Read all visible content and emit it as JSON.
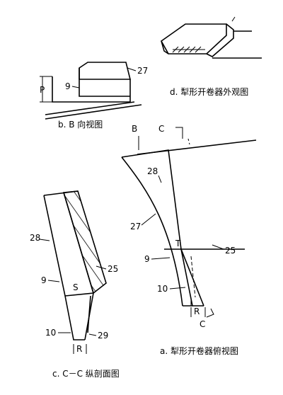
{
  "captions": {
    "a": "a. 犁形开卷器俯视图",
    "b": "b. B 向视图",
    "c": "c. C－C 纵剖面图",
    "d": "d. 犁形开卷器外观图"
  },
  "labels": {
    "B": "B",
    "C_top": "C",
    "C_bottom": "C",
    "P": "P",
    "S": "S",
    "T": "T",
    "R_left": "R",
    "R_right": "R",
    "n9_b": "9",
    "n27_b": "27",
    "n28_a": "28",
    "n27_a": "27",
    "n9_a": "9",
    "n25_a": "25",
    "n10_a": "10",
    "n28_c": "28",
    "n9_c": "9",
    "n25_c": "25",
    "n10_c": "10",
    "n29_c": "29"
  }
}
